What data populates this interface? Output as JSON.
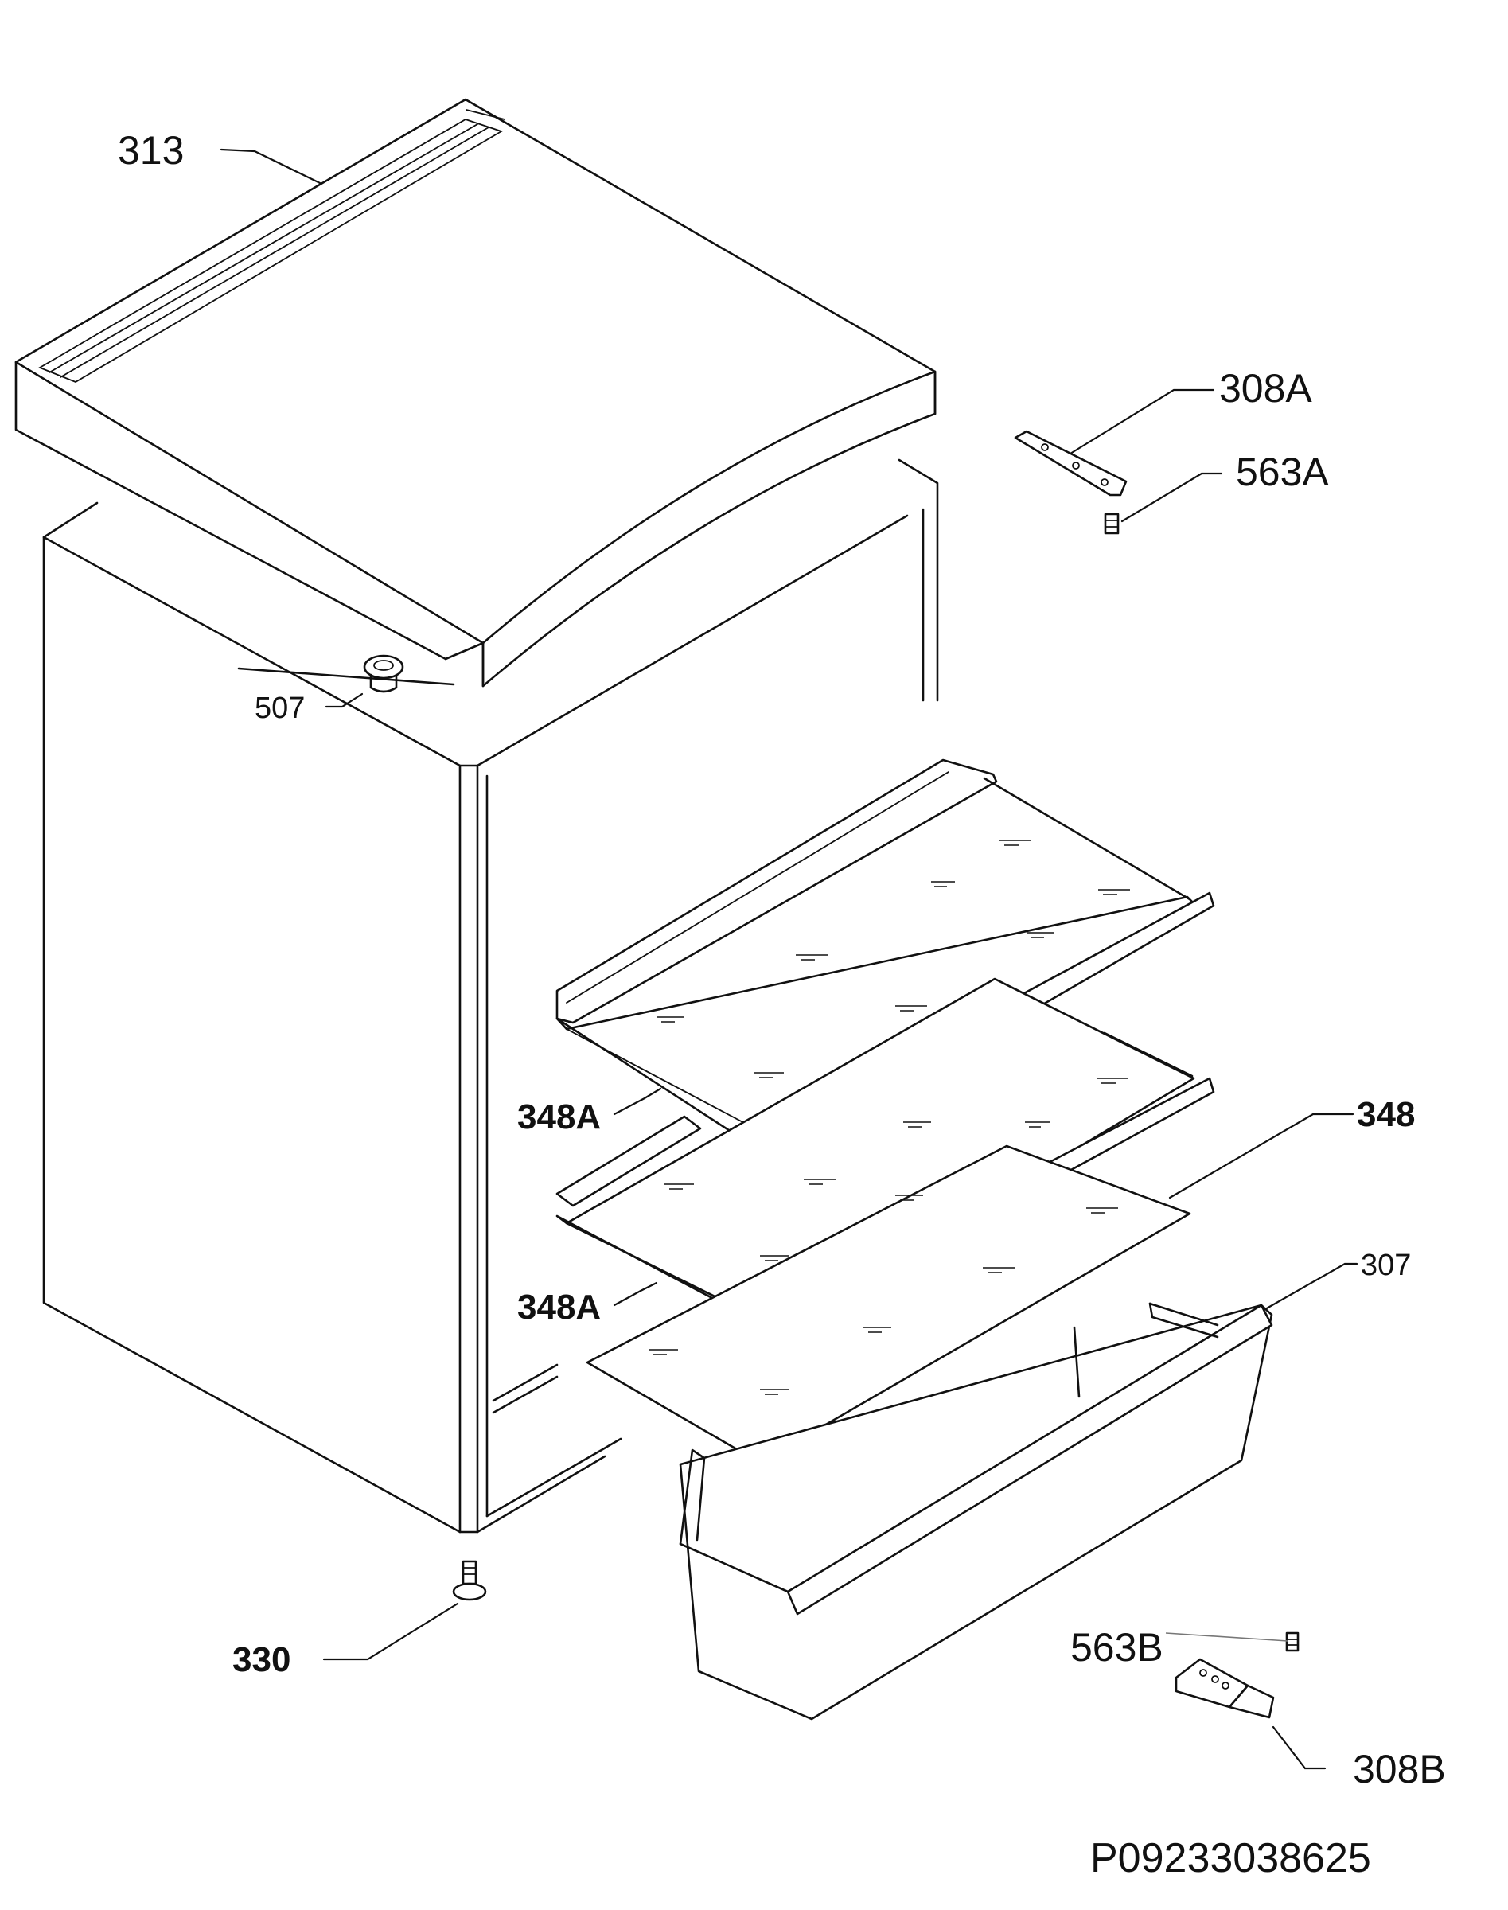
{
  "diagram": {
    "part_labels": {
      "p313": "313",
      "p308A": "308A",
      "p563A": "563A",
      "p507": "507",
      "p348A_upper": "348A",
      "p348": "348",
      "p348A_lower": "348A",
      "p307": "307",
      "p330": "330",
      "p563B": "563B",
      "p308B": "308B"
    },
    "drawing_code": "P09233038625"
  }
}
